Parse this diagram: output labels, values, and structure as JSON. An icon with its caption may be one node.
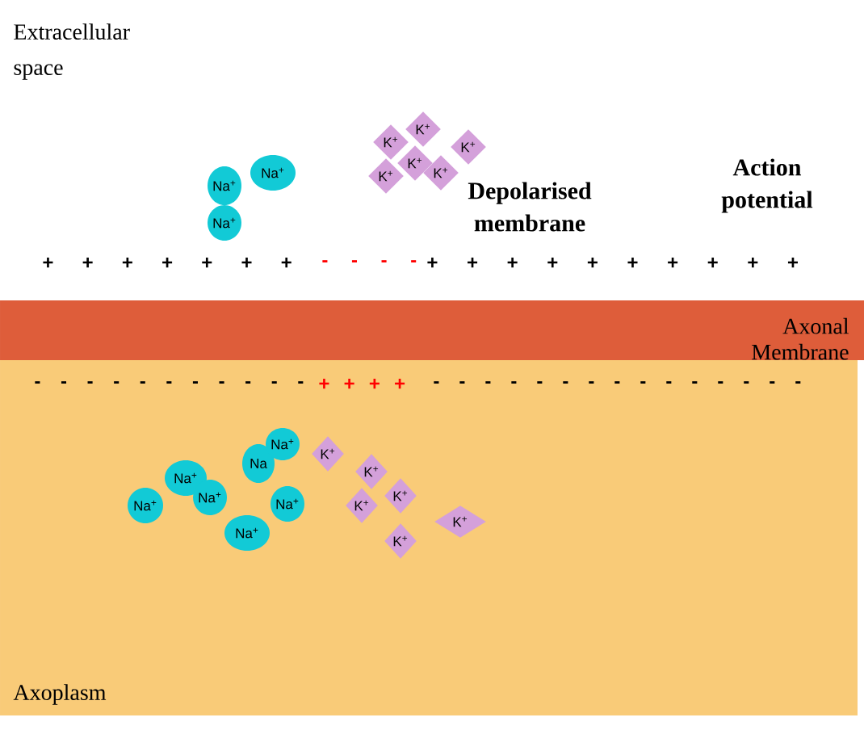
{
  "diagram": {
    "nodes": [
      {
        "text": [
          "Axonal Membrane"
        ]
      },
      {
        "text": [
          "Axoplasm"
        ]
      },
      {
        "text": [
          "Na$^{+}$"
        ]
      },
      {
        "text": [
          "Na$^{+}$"
        ]
      },
      {
        "text": [
          "Na$^{+}$"
        ]
      },
      {
        "text": [
          "K$^{+}$"
        ]
      },
      {
        "text": [
          "K$^{+}$"
        ]
      },
      {
        "text": [
          "K$^{+}$"
        ]
      },
      {
        "text": [
          "K$^{+}$"
        ]
      },
      {
        "text": [
          "K$^{+}$"
        ]
      },
      {
        "text": [
          "K$^{+}$"
        ]
      },
      {
        "text": [
          "Na$^{+}$"
        ],
        "in": 1
      },
      {
        "text": [
          "Na$^{+}$"
        ],
        "in": 1
      },
      {
        "text": [
          "Na$^{+}$"
        ],
        "in": 1
      },
      {
        "text": [
          "Na"
        ],
        "in": 1
      },
      {
        "text": [
          "Na$^{+}$"
        ],
        "in": 1
      },
      {
        "text": [
          "Na$^{+}$"
        ],
        "in": 1
      },
      {
        "text": [
          "Na$^{+}$"
        ],
        "in": 1
      },
      {
        "text": [
          "K$^{+}$"
        ],
        "in": 1
      },
      {
        "text": [
          "K$^{+}$"
        ],
        "in": 1
      },
      {
        "text": [
          "K$^{+}$"
        ],
        "in": 1
      },
      {
        "text": [
          "K$^{+}$"
        ],
        "in": 1
      },
      {
        "text": [
          "K$^{+}$"
        ],
        "in": 1
      },
      {
        "text": [
          "K$^{+}$"
        ],
        "in": 1
      }
    ],
    "labels": [
      "Extracellular space",
      "Depolarised membrane",
      "Action potential",
      "+ + + + + + +",
      "- - - -",
      "+ + + + + + + + + +",
      "- - - - - - - - - - -",
      "+ + + +",
      "- - - - - - - - - - - - - - -"
    ]
  }
}
